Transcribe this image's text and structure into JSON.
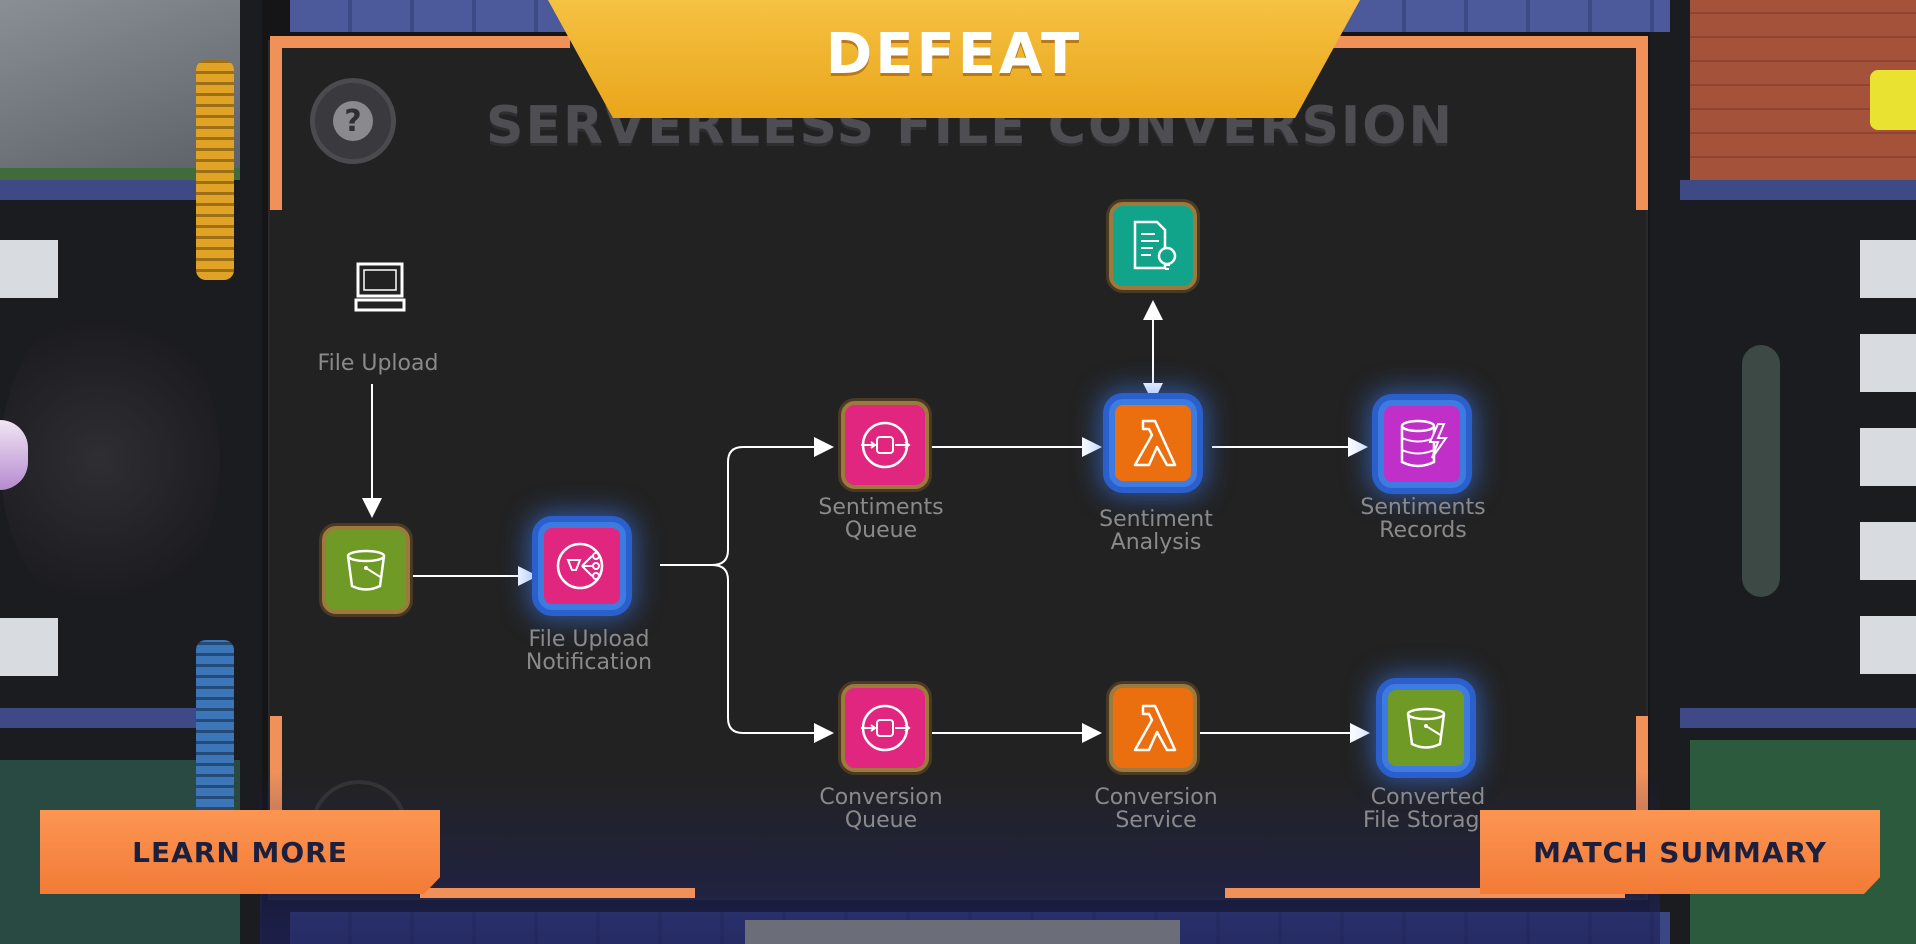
{
  "banner": {
    "result": "DEFEAT"
  },
  "game": {
    "title": "SERVERLESS FILE CONVERSION"
  },
  "help": {
    "glyph": "?"
  },
  "nodes": {
    "upload_source": {
      "label": "File Upload",
      "icon": "laptop-icon"
    },
    "upload_bucket": {
      "icon": "s3-bucket-icon",
      "color": "#6e9a25"
    },
    "notification": {
      "label_line1": "File Upload",
      "label_line2": "Notification",
      "icon": "sns-topic-icon",
      "color": "#e0267f"
    },
    "sentiments_queue": {
      "label_line1": "Sentiments",
      "label_line2": "Queue",
      "icon": "sqs-queue-icon",
      "color": "#e0267f"
    },
    "comprehend": {
      "icon": "document-insight-icon",
      "color": "#12a48a"
    },
    "sentiment_analysis": {
      "label_line1": "Sentiment",
      "label_line2": "Analysis",
      "icon": "lambda-icon",
      "color": "#ec6f0f"
    },
    "sentiments_records": {
      "label_line1": "Sentiments",
      "label_line2": "Records",
      "icon": "dynamodb-icon",
      "color": "#c02fc8"
    },
    "conversion_queue": {
      "label_line1": "Conversion",
      "label_line2": "Queue",
      "icon": "sqs-queue-icon",
      "color": "#e0267f"
    },
    "conversion_service": {
      "label_line1": "Conversion",
      "label_line2": "Service",
      "icon": "lambda-icon",
      "color": "#ec6f0f"
    },
    "converted_storage": {
      "label_line1": "Converted",
      "label_line2": "File Storage",
      "icon": "s3-bucket-icon",
      "color": "#6e9a25"
    }
  },
  "buttons": {
    "learn_more": "LEARN MORE",
    "match_summary": "MATCH SUMMARY"
  },
  "colors": {
    "banner": "#f5c242",
    "button": "#f27b36",
    "active_glow": "#3d7be0"
  }
}
